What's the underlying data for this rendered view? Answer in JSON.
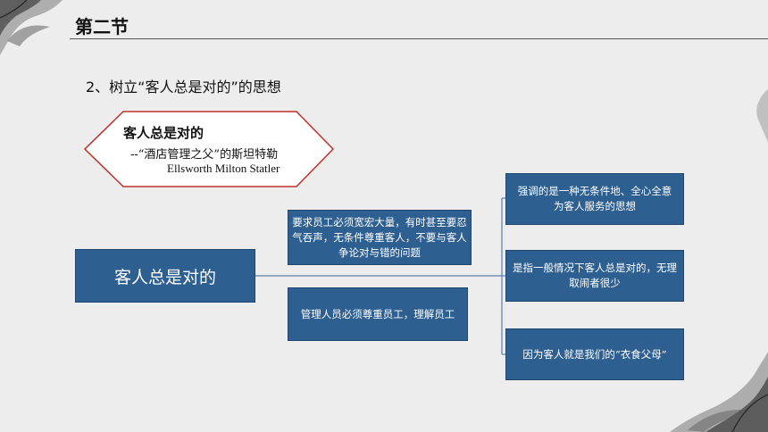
{
  "header": {
    "title": "第二节"
  },
  "subtitle": "2、树立“客人总是对的”的思想",
  "quote": {
    "title": "客人总是对的",
    "line": "--“酒店管理之父”的斯坦特勒",
    "name": "Ellsworth Milton Statler"
  },
  "diagram": {
    "main": "客人总是对的",
    "staff_box": "要求员工必须宽宏大量，有时甚至要忍气吞声，无条件尊重客人，不要与客人争论对与错的问题",
    "manager_box": "管理人员必须尊重员工，理解员工",
    "reasons": [
      "强调的是一种无条件地、全心全意为客人服务的思想",
      "是指一般情况下客人总是对的，无理取闹者很少",
      "因为客人就是我们的“衣食父母”"
    ]
  },
  "colors": {
    "box_fill": "#2e5f91",
    "connector": "#5b7fb0",
    "hexagon_border": "#c0302a",
    "background": "#ededed"
  }
}
